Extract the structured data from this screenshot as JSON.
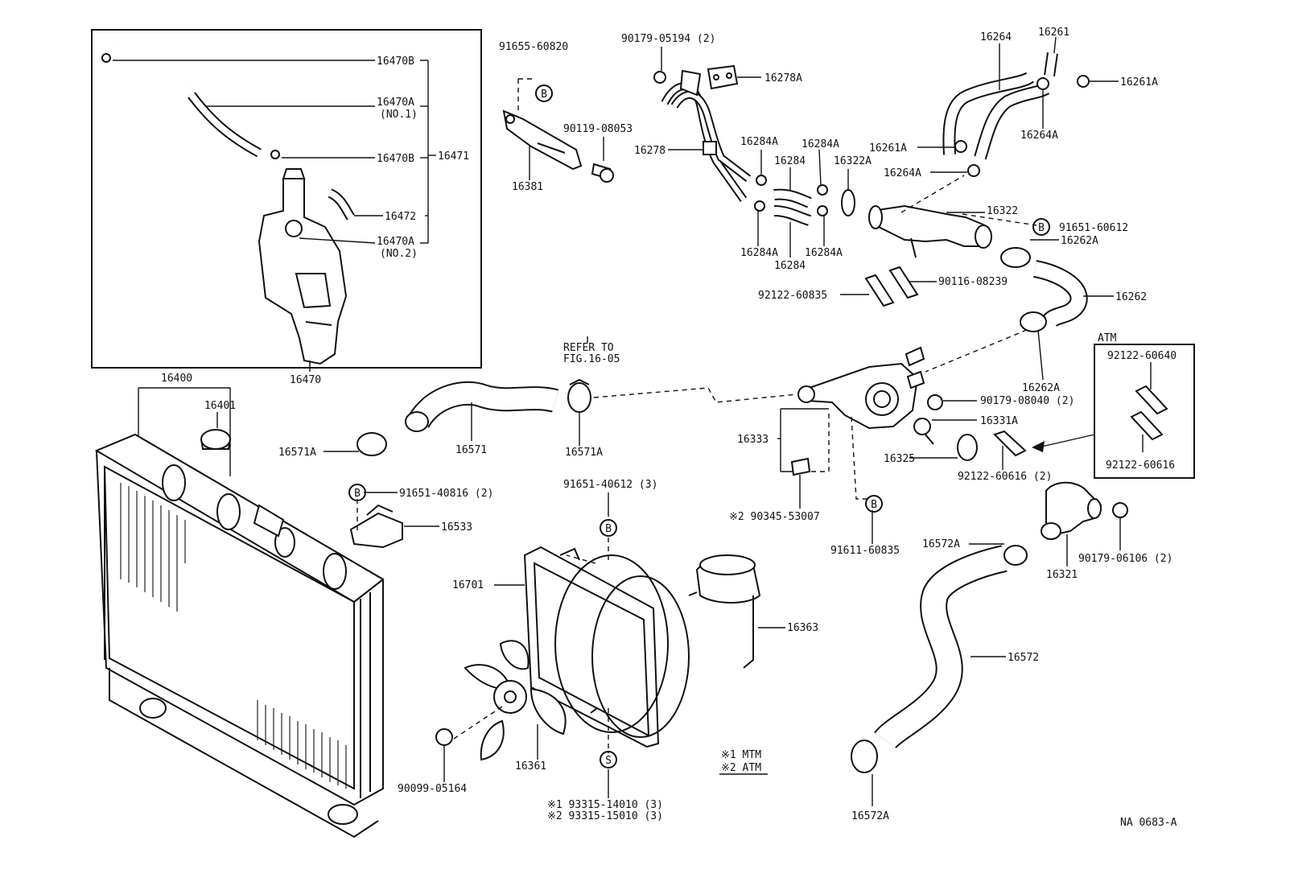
{
  "labels": {
    "p16470B_top": "16470B",
    "p16470A_no1": "16470A",
    "p16470A_no1_note": "(NO.1)",
    "p16470B_mid": "16470B",
    "p16471": "16471",
    "p16472": "16472",
    "p16470A_no2": "16470A",
    "p16470A_no2_note": "(NO.2)",
    "p16470": "16470",
    "p91655_60820": "91655-60820",
    "p90119_08053": "90119-08053",
    "p16381": "16381",
    "refer_to_line1": "REFER TO",
    "refer_to_line2": "FIG.16-05",
    "p90179_05194": "90179-05194 (2)",
    "p16278A": "16278A",
    "p16278": "16278",
    "p16284A_a": "16284A",
    "p16284A_b": "16284A",
    "p16284_top": "16284",
    "p16322A": "16322A",
    "p16284A_c": "16284A",
    "p16284_bottom": "16284",
    "p16284A_d": "16284A",
    "p16264": "16264",
    "p16261": "16261",
    "p16261A_right": "16261A",
    "p16261A_left": "16261A",
    "p16264A_right": "16264A",
    "p16264A_left": "16264A",
    "p16322": "16322",
    "p91651_60612": "91651-60612",
    "p16262A_top": "16262A",
    "p90116_08239": "90116-08239",
    "p92122_60835": "92122-60835",
    "p16262": "16262",
    "p16262A_bottom": "16262A",
    "atm_title": "ATM",
    "p92122_60640": "92122-60640",
    "p92122_60616_box": "92122-60616",
    "p16400": "16400",
    "p16401": "16401",
    "p16571A_left": "16571A",
    "p16571": "16571",
    "p16571A_right": "16571A",
    "p91651_40816": "91651-40816 (2)",
    "p16533": "16533",
    "p90179_08040": "90179-08040 (2)",
    "p16331A": "16331A",
    "p16333": "16333",
    "p16325": "16325",
    "p92122_60616": "92122-60616 (2)",
    "p90345_53007": "※2  90345-53007",
    "p91611_60835": "91611-60835",
    "p16572A_top": "16572A",
    "p16321": "16321",
    "p90179_06106": "90179-06106 (2)",
    "p91651_40612": "91651-40612 (3)",
    "p16701": "16701",
    "p16363": "16363",
    "p16572": "16572",
    "p16361": "16361",
    "p90099_05164": "90099-05164",
    "legend_1": "※1 MTM",
    "legend_2": "※2 ATM",
    "p93315_14010": "※1  93315-14010 (3)",
    "p93315_15010": "※2  93315-15010 (3)",
    "p16572A_bottom": "16572A",
    "diagram_code": "NA 0683-A",
    "marker_b": "B",
    "marker_s": "S"
  }
}
